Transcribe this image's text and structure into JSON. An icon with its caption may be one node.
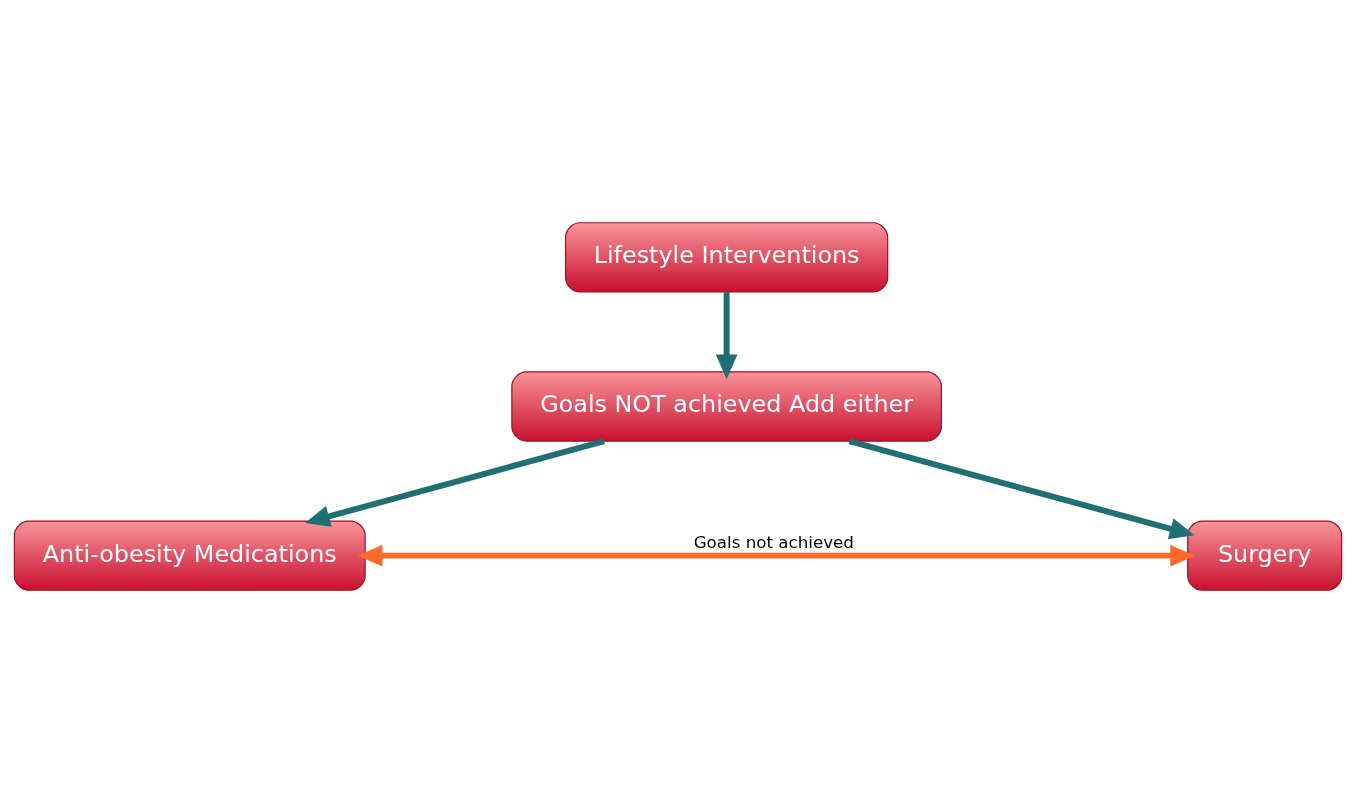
{
  "diagram": {
    "nodes": [
      {
        "text": [
          "Lifestyle Interventions"
        ]
      },
      {
        "text": [
          "Goals NOT achieved Add either"
        ]
      },
      {
        "text": [
          "Anti-obesity Medications"
        ]
      },
      {
        "text": [
          "Surgery"
        ]
      }
    ],
    "edges": [
      {
        "from": 0,
        "to": 1,
        "arrow": "to"
      },
      {
        "from": 1,
        "to": 2,
        "arrow": "to"
      },
      {
        "from": 1,
        "to": 3,
        "arrow": "to"
      },
      {
        "from": 2,
        "to": 3,
        "arrow": "both",
        "label": "Goals not achieved",
        "color": "#ff6a2a"
      }
    ]
  }
}
